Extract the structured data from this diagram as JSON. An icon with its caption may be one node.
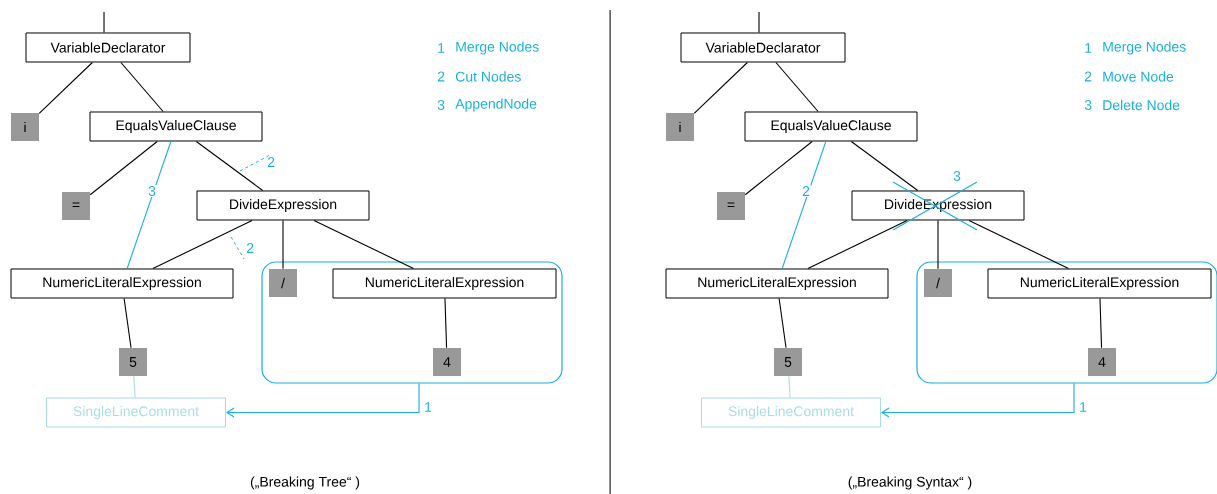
{
  "diagram": {
    "nodes": [
      {
        "text": [
          "VariableDeclarator"
        ]
      },
      {
        "text": [
          "i"
        ]
      },
      {
        "text": [
          "EqualsValueClause"
        ]
      },
      {
        "text": [
          "="
        ]
      },
      {
        "text": [
          "DivideExpression"
        ]
      },
      {
        "text": [
          "NumericLiteralExpression"
        ]
      },
      {
        "text": [],
        "shape": "box"
      },
      {
        "text": [
          "/"
        ],
        "in": 6
      },
      {
        "text": [
          "NumericLiteralExpression"
        ],
        "in": 6
      },
      {
        "text": [
          "4"
        ],
        "in": 6
      },
      {
        "text": [
          "5"
        ]
      },
      {
        "text": [
          "SingleLineComment"
        ]
      },
      {
        "text": [
          "VariableDeclarator"
        ]
      },
      {
        "text": [
          "i"
        ]
      },
      {
        "text": [
          "EqualsValueClause"
        ]
      },
      {
        "text": [
          "="
        ]
      },
      {
        "text": [
          "DivideExpression"
        ],
        "beside": [
          "3"
        ]
      },
      {
        "text": [
          "NumericLiteralExpression"
        ]
      },
      {
        "text": [],
        "shape": "box"
      },
      {
        "text": [
          "/"
        ],
        "in": 18
      },
      {
        "text": [
          "NumericLiteralExpression"
        ],
        "in": 18
      },
      {
        "text": [
          "4"
        ],
        "in": 18
      },
      {
        "text": [
          "5"
        ]
      },
      {
        "text": [
          "SingleLineComment"
        ]
      }
    ],
    "edges": [
      {
        "from": null,
        "to": 0,
        "arrow": "none"
      },
      {
        "from": 0,
        "to": 1,
        "arrow": "none"
      },
      {
        "from": 0,
        "to": 2,
        "arrow": "none"
      },
      {
        "from": 2,
        "to": 3,
        "arrow": "none"
      },
      {
        "from": 2,
        "to": 4,
        "arrow": "none"
      },
      {
        "from": 2,
        "to": 5,
        "arrow": "none",
        "label": "3",
        "color": "#1ab0d8"
      },
      {
        "from": 4,
        "to": 5,
        "arrow": "none"
      },
      {
        "from": 4,
        "to": 7,
        "arrow": "none"
      },
      {
        "from": 4,
        "to": 8,
        "arrow": "none"
      },
      {
        "from": 8,
        "to": 9,
        "arrow": "none"
      },
      {
        "from": 5,
        "to": 10,
        "arrow": "none"
      },
      {
        "from": 10,
        "to": 11,
        "arrow": "none",
        "color": "#a8dce6"
      },
      {
        "from": 6,
        "to": 11,
        "arrow": "to",
        "label": "1",
        "color": "#1ab0d8"
      },
      {
        "from": null,
        "to": 12,
        "arrow": "none"
      },
      {
        "from": 12,
        "to": 13,
        "arrow": "none"
      },
      {
        "from": 12,
        "to": 14,
        "arrow": "none"
      },
      {
        "from": 14,
        "to": 15,
        "arrow": "none"
      },
      {
        "from": 14,
        "to": 16,
        "arrow": "none"
      },
      {
        "from": 14,
        "to": 17,
        "arrow": "none",
        "label": "2",
        "color": "#1ab0d8"
      },
      {
        "from": 16,
        "to": 17,
        "arrow": "none"
      },
      {
        "from": 16,
        "to": 19,
        "arrow": "none"
      },
      {
        "from": 16,
        "to": 20,
        "arrow": "none"
      },
      {
        "from": 20,
        "to": 21,
        "arrow": "none"
      },
      {
        "from": 17,
        "to": 22,
        "arrow": "none"
      },
      {
        "from": 22,
        "to": 23,
        "arrow": "none",
        "color": "#a8dce6"
      },
      {
        "from": 18,
        "to": 23,
        "arrow": "to",
        "label": "1",
        "color": "#1ab0d8"
      }
    ],
    "labels": [
      "1",
      "Merge Nodes",
      "2",
      "Cut Nodes",
      "3",
      "AppendNode",
      "2",
      "2",
      "(„Breaking Tree“ )",
      "1",
      "Merge Nodes",
      "2",
      "Move Node",
      "3",
      "Delete Node",
      "(„Breaking Syntax“ )"
    ]
  }
}
